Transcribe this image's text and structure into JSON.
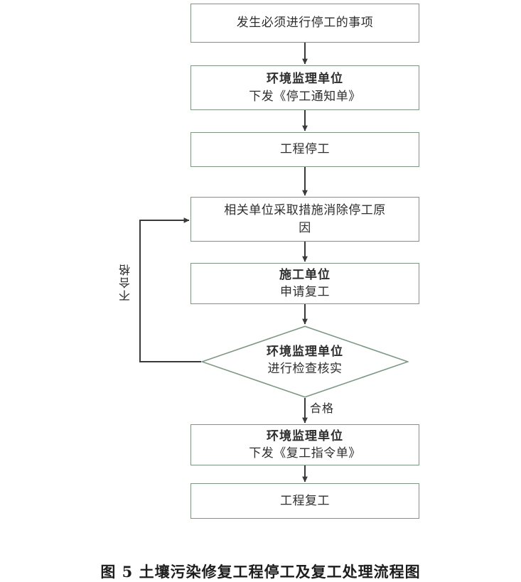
{
  "figure": {
    "caption": "图 5   土壤污染修复工程停工及复工处理流程图",
    "colors": {
      "node_border": "#7d9783",
      "node_fill": "#ffffff",
      "connector": "#3a3a3a",
      "text": "#2e2e2e",
      "background": "#ffffff"
    }
  },
  "nodes": [
    {
      "id": "trigger-event",
      "shape": "rectangle",
      "lines": [
        {
          "text": "发生必须进行停工的事项",
          "bold": false
        }
      ]
    },
    {
      "id": "issue-stop-work-notice",
      "shape": "rectangle",
      "lines": [
        {
          "text": "环境监理单位",
          "bold": true
        },
        {
          "text": "下发《停工通知单》",
          "bold": false
        }
      ]
    },
    {
      "id": "project-stopped",
      "shape": "rectangle",
      "lines": [
        {
          "text": "工程停工",
          "bold": false
        }
      ]
    },
    {
      "id": "eliminate-cause",
      "shape": "rectangle",
      "lines": [
        {
          "text": "相关单位采取措施消除停工原",
          "bold": false
        },
        {
          "text": "因",
          "bold": false
        }
      ]
    },
    {
      "id": "apply-resume-work",
      "shape": "rectangle",
      "lines": [
        {
          "text": "施工单位",
          "bold": true
        },
        {
          "text": "申请复工",
          "bold": false
        }
      ]
    },
    {
      "id": "inspection-check",
      "shape": "diamond",
      "lines": [
        {
          "text": "环境监理单位",
          "bold": true
        },
        {
          "text": "进行检查核实",
          "bold": false
        }
      ]
    },
    {
      "id": "issue-resume-order",
      "shape": "rectangle",
      "lines": [
        {
          "text": "环境监理单位",
          "bold": true
        },
        {
          "text": "下发《复工指令单》",
          "bold": false
        }
      ]
    },
    {
      "id": "project-resumed",
      "shape": "rectangle",
      "lines": [
        {
          "text": "工程复工",
          "bold": false
        }
      ]
    }
  ],
  "edge_labels": {
    "fail_branch": "不合格",
    "pass_branch": "合格"
  },
  "chart_data": {
    "type": "diagram",
    "title": "图 5   土壤污染修复工程停工及复工处理流程图",
    "diagram_kind": "flowchart",
    "flow": [
      {
        "from": "trigger-event",
        "to": "issue-stop-work-notice",
        "label": ""
      },
      {
        "from": "issue-stop-work-notice",
        "to": "project-stopped",
        "label": ""
      },
      {
        "from": "project-stopped",
        "to": "eliminate-cause",
        "label": ""
      },
      {
        "from": "eliminate-cause",
        "to": "apply-resume-work",
        "label": ""
      },
      {
        "from": "apply-resume-work",
        "to": "inspection-check",
        "label": ""
      },
      {
        "from": "inspection-check",
        "to": "issue-resume-order",
        "label": "合格"
      },
      {
        "from": "inspection-check",
        "to": "eliminate-cause",
        "label": "不合格"
      },
      {
        "from": "issue-resume-order",
        "to": "project-resumed",
        "label": ""
      }
    ]
  }
}
